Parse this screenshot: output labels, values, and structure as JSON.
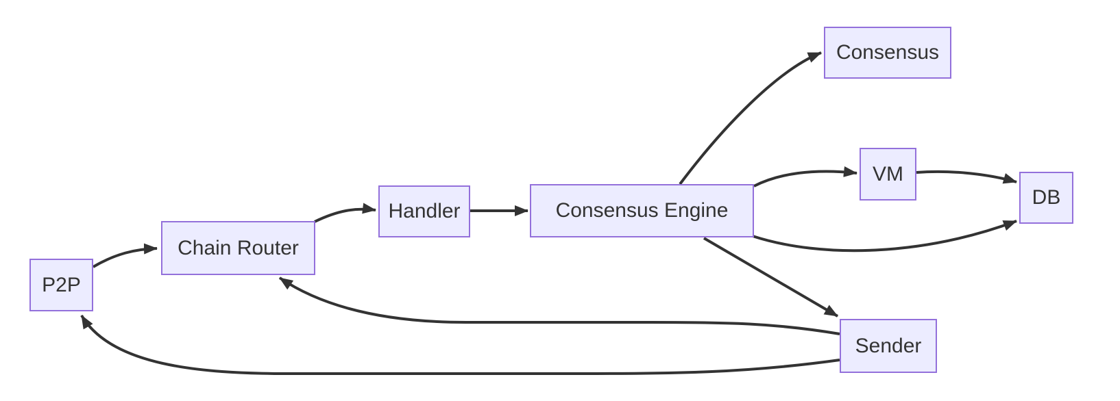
{
  "diagram": {
    "type": "flowchart",
    "direction": "left-to-right",
    "nodes": [
      {
        "id": "p2p",
        "label": "P2P"
      },
      {
        "id": "chain_router",
        "label": "Chain Router"
      },
      {
        "id": "handler",
        "label": "Handler"
      },
      {
        "id": "consensus_engine",
        "label": "Consensus Engine"
      },
      {
        "id": "consensus",
        "label": "Consensus"
      },
      {
        "id": "vm",
        "label": "VM"
      },
      {
        "id": "db",
        "label": "DB"
      },
      {
        "id": "sender",
        "label": "Sender"
      }
    ],
    "edges": [
      {
        "from": "P2P",
        "to": "Chain Router"
      },
      {
        "from": "Chain Router",
        "to": "Handler"
      },
      {
        "from": "Handler",
        "to": "Consensus Engine"
      },
      {
        "from": "Consensus Engine",
        "to": "Consensus"
      },
      {
        "from": "Consensus Engine",
        "to": "VM"
      },
      {
        "from": "VM",
        "to": "DB"
      },
      {
        "from": "Consensus Engine",
        "to": "DB"
      },
      {
        "from": "Consensus Engine",
        "to": "Sender"
      },
      {
        "from": "Sender",
        "to": "Chain Router"
      },
      {
        "from": "Sender",
        "to": "P2P"
      }
    ],
    "colors": {
      "node_fill": "#ECECFF",
      "node_border": "#9370DB",
      "edge": "#333333",
      "text": "#333333",
      "background": "#FFFFFF"
    }
  }
}
